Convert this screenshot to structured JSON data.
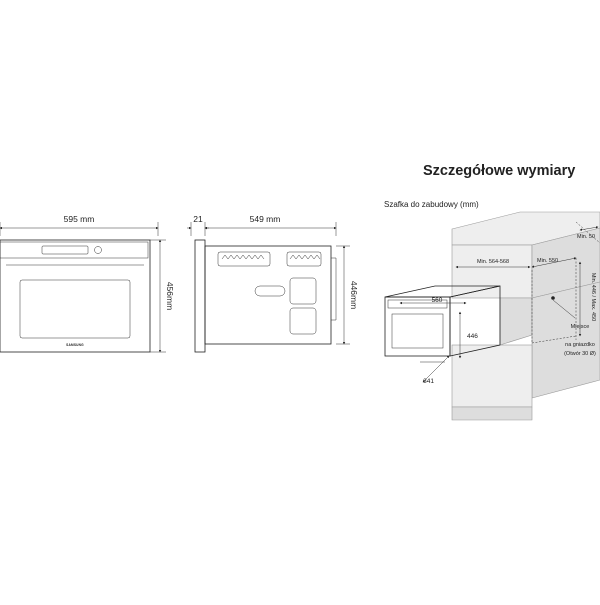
{
  "title": "Szczegółowe wymiary",
  "cabinet_label": "Szafka do zabudowy (mm)",
  "front_view": {
    "width": "595 mm",
    "height": "456mm",
    "brand": "SAMSUNG"
  },
  "side_view": {
    "door_depth": "21",
    "depth": "549 mm",
    "height": "446mm"
  },
  "cabinet": {
    "min_50": "Min. 50",
    "width_range": "Min. 564-568",
    "min_550": "Min. 550",
    "height_range": "Min. 446 / Max. 450",
    "oven_width": "560",
    "oven_height": "446",
    "oven_depth": "341",
    "socket_label_1": "Miejsce",
    "socket_label_2": "na gniazdko",
    "socket_label_3": "(Otwór 30 Ø)"
  },
  "colors": {
    "line": "#222222",
    "cabinet_fill": "#eeeeee",
    "cabinet_shade": "#dddddd"
  }
}
